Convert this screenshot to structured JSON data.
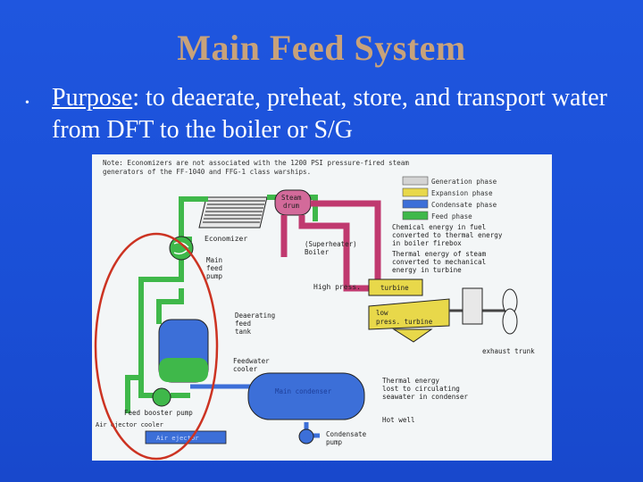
{
  "slide": {
    "title": "Main Feed System",
    "bullet_lead": "Purpose",
    "bullet_text": ": to deaerate, preheat, store, and transport water from DFT to the boiler or S/G"
  },
  "diagram": {
    "note_line1": "Note: Economizers are not associated with the 1200 PSI pressure-fired steam",
    "note_line2": "generators of the FF-1040 and FFG-1 class warships.",
    "legend": [
      {
        "label": "Generation phase",
        "color": "#d4d4d4"
      },
      {
        "label": "Expansion phase",
        "color": "#e8d84a"
      },
      {
        "label": "Condensate phase",
        "color": "#3c6fd8"
      },
      {
        "label": "Feed phase",
        "color": "#3fb84a"
      }
    ],
    "labels": {
      "steam_drum": [
        "Steam",
        "drum"
      ],
      "superheater_boiler": [
        "(Superheater)",
        "Boiler"
      ],
      "economizer": "Economizer",
      "main_feed_pump": [
        "Main",
        "feed",
        "pump"
      ],
      "chem_energy": [
        "Chemical energy in fuel",
        "converted to thermal energy",
        "in boiler firebox"
      ],
      "thermal_energy": [
        "Thermal energy of steam",
        "converted to mechanical",
        "energy in turbine"
      ],
      "high_press": "High press.",
      "turbine": "turbine",
      "low_press_turbine": [
        "low",
        "press. turbine"
      ],
      "deaerating_feed_tank": [
        "Deaerating",
        "feed",
        "tank"
      ],
      "feedwater_cooler": [
        "Feedwater",
        "cooler"
      ],
      "exhaust_trunk": "exhaust trunk",
      "main_condenser": "Main condenser",
      "thermal_lost": [
        "Thermal energy",
        "lost to circulating",
        "seawater in condenser"
      ],
      "feed_booster_pump": "Feed booster pump",
      "air_ejector": "Air ejector",
      "hot_well": "Hot well",
      "condensate_pump": [
        "Condensate",
        "pump"
      ],
      "ejector_label": "Air ejector cooler"
    }
  }
}
